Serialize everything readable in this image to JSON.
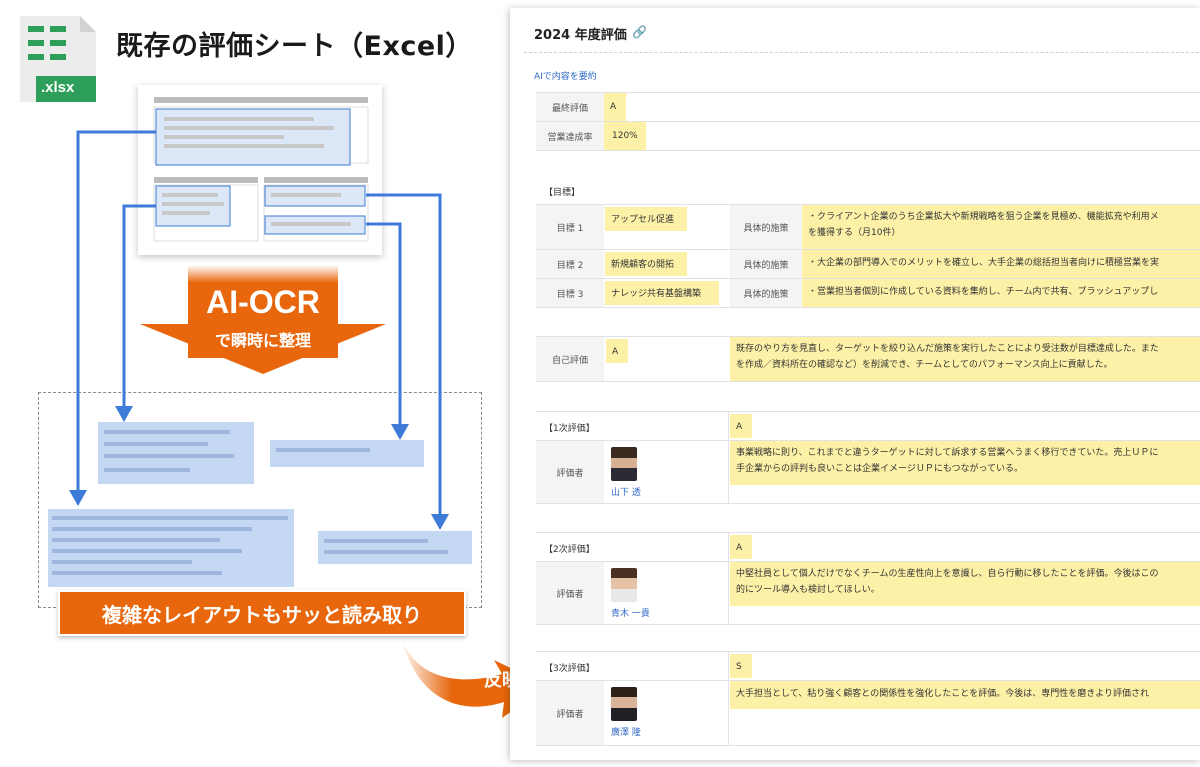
{
  "left": {
    "xlsx_label": ".xlsx",
    "title": "既存の評価シート（Excel）",
    "ocr_title": "AI-OCR",
    "ocr_subtitle": "で瞬時に整理",
    "banner": "複雑なレイアウトもサッと読み取り",
    "reflect": "反映",
    "colors": {
      "accent_orange": "#e8670c",
      "arrow_blue": "#3d7bd9",
      "block_blue": "#c4d7f3"
    }
  },
  "panel": {
    "title": "2024 年度評価",
    "link_icon": "link-icon",
    "ai_summary": "AIで内容を要約",
    "final_rating_label": "最終評価",
    "final_rating_value": "A",
    "sales_rate_label": "営業達成率",
    "sales_rate_value": "120%",
    "goals_header": "【目標】",
    "goals": [
      {
        "label": "目標 1",
        "name": "アップセル促進",
        "measure_label": "具体的施策",
        "measure": "・クライアント企業のうち企業拡大や新規戦略を狙う企業を見極め、機能拡充や利用メ",
        "measure2": "を獲得する（月10件）"
      },
      {
        "label": "目標 2",
        "name": "新規顧客の開拓",
        "measure_label": "具体的施策",
        "measure": "・大企業の部門導入でのメリットを確立し、大手企業の総括担当者向けに積極営業を実"
      },
      {
        "label": "目標 3",
        "name": "ナレッジ共有基盤構築",
        "measure_label": "具体的施策",
        "measure": "・営業担当者個別に作成している資料を集約し、チーム内で共有、ブラッシュアップし"
      }
    ],
    "self_eval": {
      "label": "自己評価",
      "rating": "A",
      "comment1": "既存のやり方を見直し、ターゲットを絞り込んだ施策を実行したことにより受注数が目標達成した。また",
      "comment2": "を作成／資料所在の確認など）を削減でき、チームとしてのパフォーマンス向上に貢献した。"
    },
    "evaluations": [
      {
        "header": "【1次評価】",
        "rating": "A",
        "evaluator_label": "評価者",
        "name": "山下 透",
        "comment1": "事業戦略に則り、これまでと違うターゲットに対して訴求する営業へうまく移行できていた。売上ＵＰに",
        "comment2": "手企業からの評判も良いことは企業イメージＵＰにもつながっている。"
      },
      {
        "header": "【2次評価】",
        "rating": "A",
        "evaluator_label": "評価者",
        "name": "青木 一貴",
        "comment1": "中堅社員として個人だけでなくチームの生産性向上を意識し、自ら行動に移したことを評価。今後はこの",
        "comment2": "的にツール導入も検討してほしい。"
      },
      {
        "header": "【3次評価】",
        "rating": "S",
        "evaluator_label": "評価者",
        "name": "廣澤 隆",
        "comment1": "大手担当として、粘り強く顧客との関係性を強化したことを評価。今後は、専門性を磨きより評価され",
        "comment2": ""
      }
    ]
  }
}
